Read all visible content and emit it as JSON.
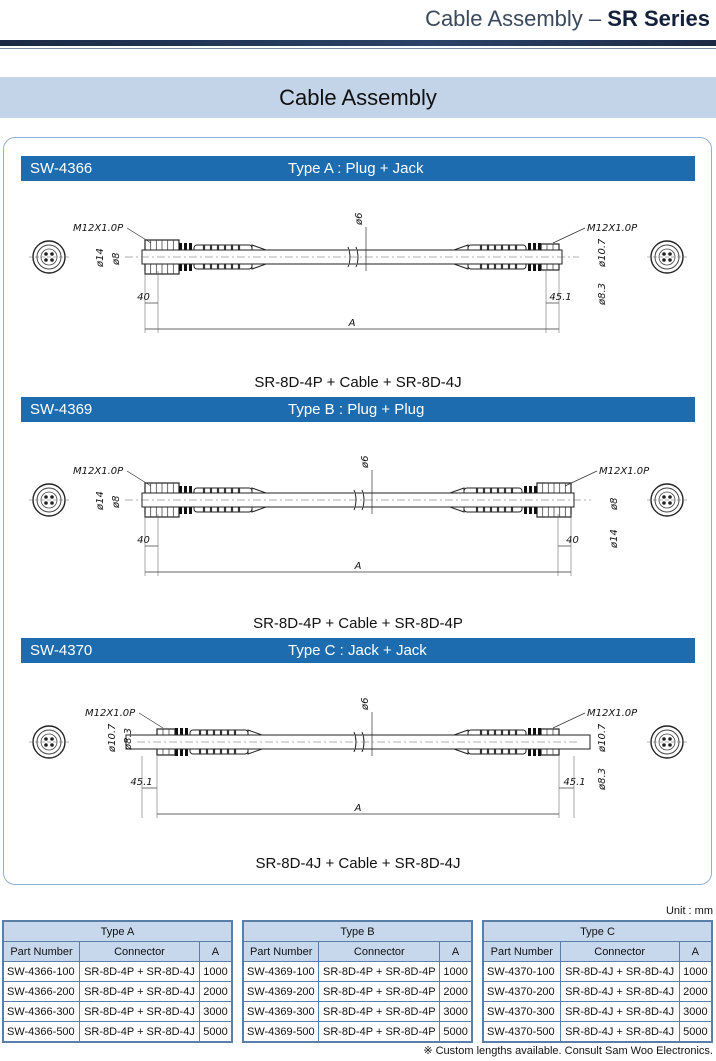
{
  "header": {
    "title_main": "Cable Assembly – ",
    "title_bold": "SR Series"
  },
  "section": {
    "title": "Cable Assembly"
  },
  "assemblies": [
    {
      "code": "SW-4366",
      "type_title": "Type A : Plug + Jack",
      "caption": "SR-8D-4P + Cable + SR-8D-4J",
      "left_thread": "M12X1.0P",
      "right_thread": "M12X1.0P",
      "left_dims": [
        "ø14",
        "ø8"
      ],
      "right_dims": [
        "ø10.7",
        "ø8.3"
      ],
      "cable_dia": "ø6",
      "left_len": "40",
      "right_len": "45.1",
      "total": "A"
    },
    {
      "code": "SW-4369",
      "type_title": "Type B : Plug + Plug",
      "caption": "SR-8D-4P + Cable + SR-8D-4P",
      "left_thread": "M12X1.0P",
      "right_thread": "M12X1.0P",
      "left_dims": [
        "ø14",
        "ø8"
      ],
      "right_dims": [
        "ø8",
        "ø14"
      ],
      "cable_dia": "ø6",
      "left_len": "40",
      "right_len": "40",
      "total": "A"
    },
    {
      "code": "SW-4370",
      "type_title": "Type C : Jack + Jack",
      "caption": "SR-8D-4J + Cable + SR-8D-4J",
      "left_thread": "M12X1.0P",
      "right_thread": "M12X1.0P",
      "left_dims": [
        "ø10.7",
        "ø8.3"
      ],
      "right_dims": [
        "ø10.7",
        "ø8.3"
      ],
      "cable_dia": "ø6",
      "left_len": "45.1",
      "right_len": "45.1",
      "total": "A"
    }
  ],
  "unit_note": "Unit : mm",
  "tables": [
    {
      "title": "Type A",
      "headers": [
        "Part Number",
        "Connector",
        "A"
      ],
      "rows": [
        [
          "SW-4366-100",
          "SR-8D-4P + SR-8D-4J",
          "1000"
        ],
        [
          "SW-4366-200",
          "SR-8D-4P + SR-8D-4J",
          "2000"
        ],
        [
          "SW-4366-300",
          "SR-8D-4P + SR-8D-4J",
          "3000"
        ],
        [
          "SW-4366-500",
          "SR-8D-4P + SR-8D-4J",
          "5000"
        ]
      ]
    },
    {
      "title": "Type B",
      "headers": [
        "Part Number",
        "Connector",
        "A"
      ],
      "rows": [
        [
          "SW-4369-100",
          "SR-8D-4P + SR-8D-4P",
          "1000"
        ],
        [
          "SW-4369-200",
          "SR-8D-4P + SR-8D-4P",
          "2000"
        ],
        [
          "SW-4369-300",
          "SR-8D-4P + SR-8D-4P",
          "3000"
        ],
        [
          "SW-4369-500",
          "SR-8D-4P + SR-8D-4P",
          "5000"
        ]
      ]
    },
    {
      "title": "Type C",
      "headers": [
        "Part Number",
        "Connector",
        "A"
      ],
      "rows": [
        [
          "SW-4370-100",
          "SR-8D-4J + SR-8D-4J",
          "1000"
        ],
        [
          "SW-4370-200",
          "SR-8D-4J + SR-8D-4J",
          "2000"
        ],
        [
          "SW-4370-300",
          "SR-8D-4J + SR-8D-4J",
          "3000"
        ],
        [
          "SW-4370-500",
          "SR-8D-4J + SR-8D-4J",
          "5000"
        ]
      ]
    }
  ],
  "footnote": "※ Custom lengths available. Consult Sam Woo Electronics."
}
